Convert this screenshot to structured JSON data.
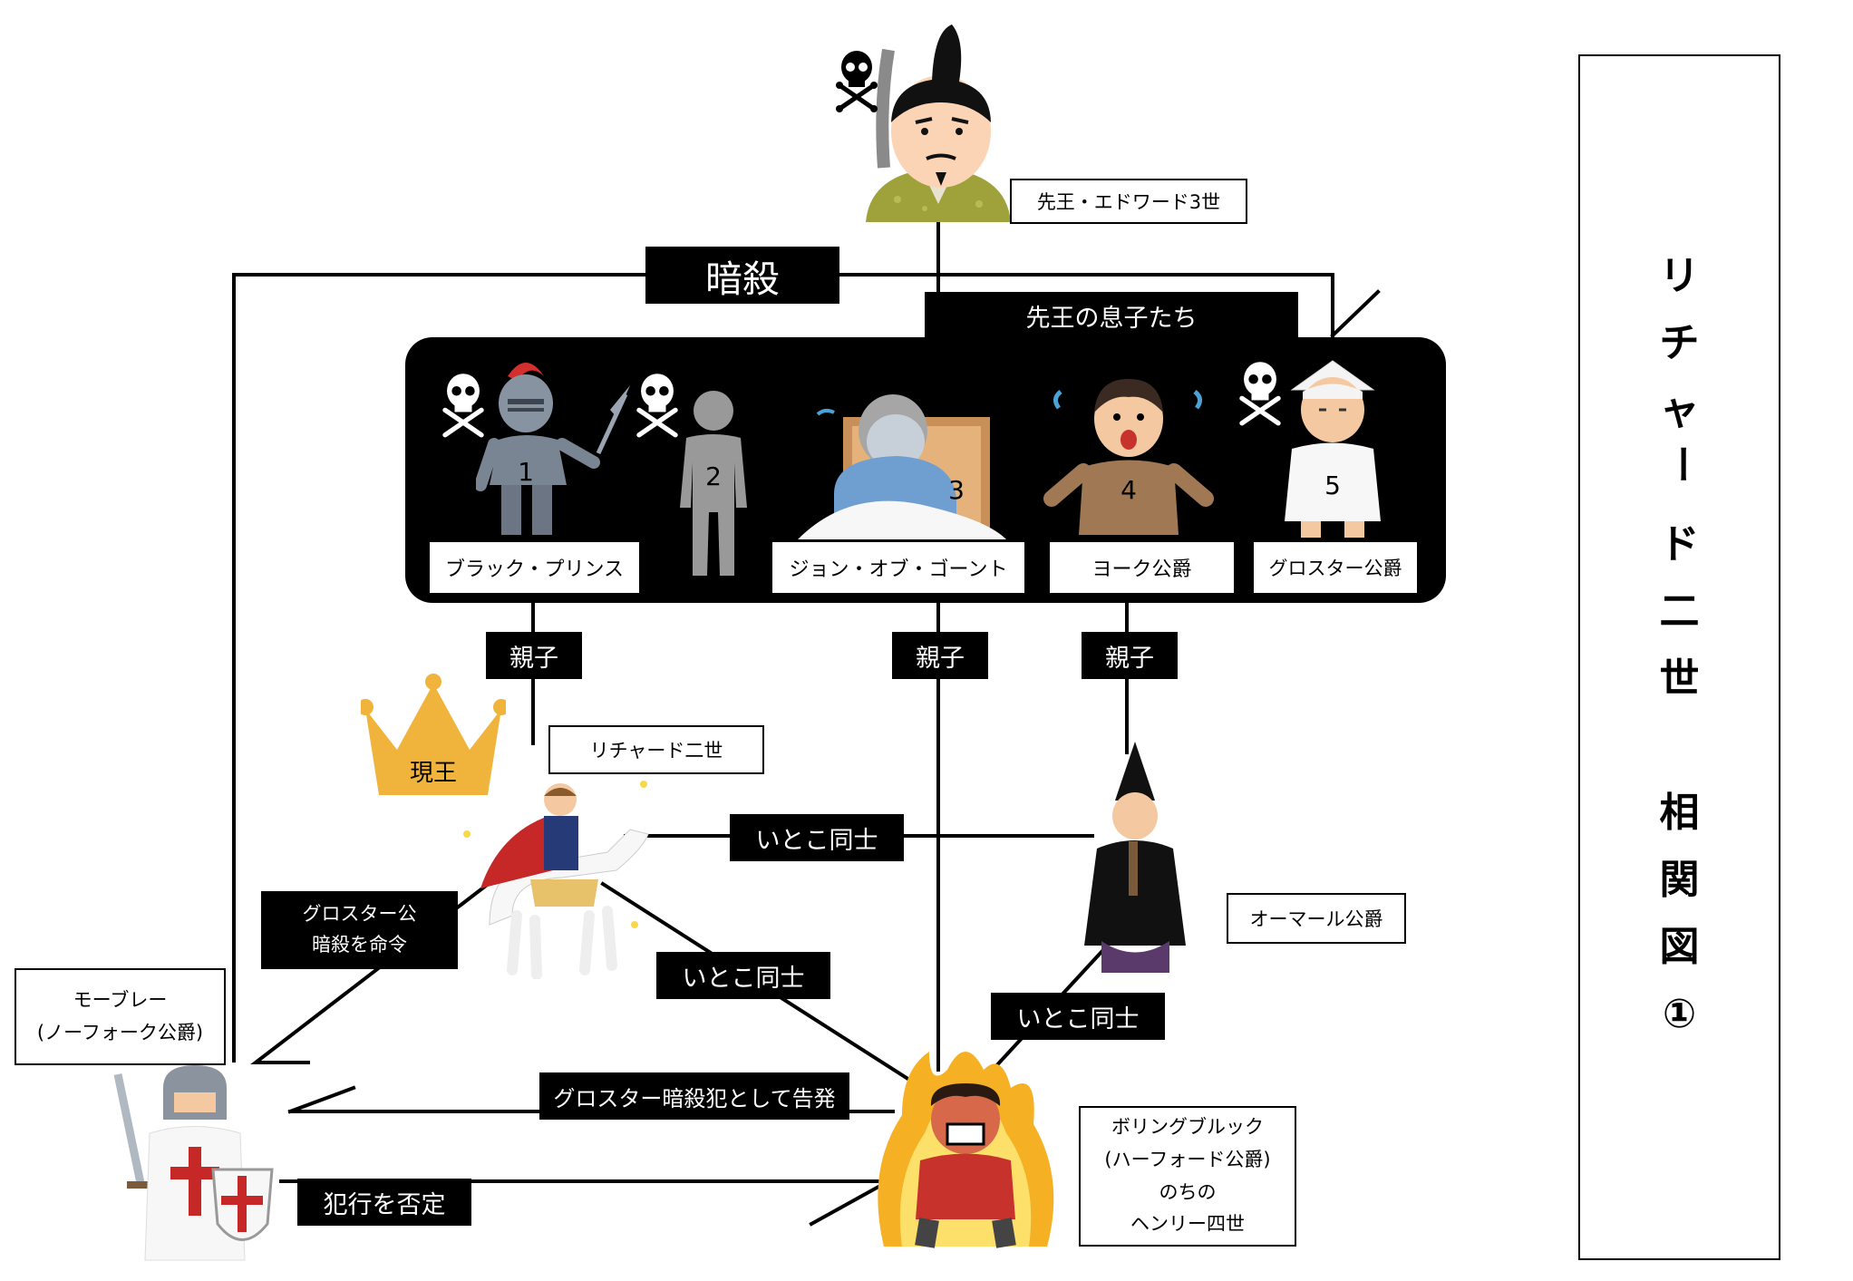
{
  "title_vertical": [
    "リ",
    "チ",
    "ャ",
    "ー",
    "ド",
    "二",
    "世",
    "",
    "相",
    "関",
    "図",
    "①"
  ],
  "labels": {
    "edward": "先王・エドワード3世",
    "sons_header": "先王の息子たち",
    "assassination": "暗殺",
    "black_prince": "ブラック・プリンス",
    "john_of_gaunt": "ジョン・オブ・ゴーント",
    "york": "ヨーク公爵",
    "gloucester": "グロスター公爵",
    "parent_child": "親子",
    "richard": "リチャード二世",
    "current_king": "現王",
    "cousins": "いとこ同士",
    "order_line1": "グロスター公",
    "order_line2": "暗殺を命令",
    "mowbray_line1": "モーブレー",
    "mowbray_line2": "(ノーフォーク公爵)",
    "aumerle": "オーマール公爵",
    "accuse": "グロスター暗殺犯として告発",
    "deny": "犯行を否定",
    "bolingbroke_line1": "ボリングブルック",
    "bolingbroke_line2": "(ハーフォード公爵)",
    "bolingbroke_line3": "のちの",
    "bolingbroke_line4": "ヘンリー四世"
  },
  "son_numbers": [
    "1",
    "2",
    "3",
    "4",
    "5"
  ],
  "colors": {
    "crown": "#f0b43c",
    "fire": "#f6b024",
    "flame_core": "#fde06a",
    "shirt": "#c8322c",
    "cape": "#c62828"
  },
  "icons": [
    "skull-crossbones-icon",
    "crown-icon",
    "king-edward-icon",
    "knight-icon",
    "silhouette-icon",
    "sick-old-man-icon",
    "worried-man-icon",
    "old-man-icon",
    "king-on-horse-icon",
    "noble-icon",
    "crusader-knight-icon",
    "angry-man-icon"
  ]
}
